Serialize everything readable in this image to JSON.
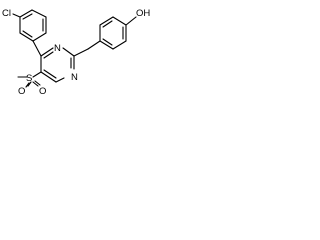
{
  "molecule": {
    "atoms": {
      "cl": "Cl",
      "oh": "OH",
      "n_upper": "N",
      "n_lower": "N",
      "s": "S",
      "o_left": "O",
      "o_right": "O"
    },
    "colors": {
      "bond": "#000000",
      "label": "#000000",
      "background": "#ffffff"
    }
  }
}
